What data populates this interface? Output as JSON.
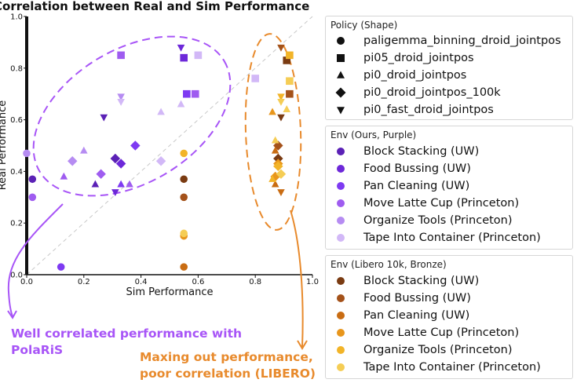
{
  "chart_data": {
    "type": "scatter",
    "title": "Correlation between Real and Sim Performance",
    "xlabel": "Sim Performance",
    "ylabel": "Real Performance",
    "xlim": [
      0.0,
      1.0
    ],
    "ylim": [
      0.0,
      1.0
    ],
    "xticks": [
      "0.0",
      "0.2",
      "0.4",
      "0.6",
      "0.8",
      "1.0"
    ],
    "yticks": [
      "0.0",
      "0.2",
      "0.4",
      "0.6",
      "0.8",
      "1.0"
    ],
    "grid": false,
    "diagonal_reference": true,
    "shape_legend": {
      "title": "Policy (Shape)",
      "entries": [
        {
          "label": "paligemma_binning_droid_jointpos",
          "shape": "circle"
        },
        {
          "label": "pi05_droid_jointpos",
          "shape": "square"
        },
        {
          "label": "pi0_droid_jointpos",
          "shape": "triangle-up"
        },
        {
          "label": "pi0_droid_jointpos_100k",
          "shape": "diamond"
        },
        {
          "label": "pi0_fast_droid_jointpos",
          "shape": "triangle-down"
        }
      ]
    },
    "env_legends": [
      {
        "title": "Env (Ours, Purple)",
        "entries": [
          {
            "label": "Block Stacking (UW)",
            "color": "#5b21b6"
          },
          {
            "label": "Food Bussing (UW)",
            "color": "#6d28d9"
          },
          {
            "label": "Pan Cleaning (UW)",
            "color": "#7e3af2"
          },
          {
            "label": "Move Latte Cup (Princeton)",
            "color": "#9f5cf0"
          },
          {
            "label": "Organize Tools (Princeton)",
            "color": "#b68cf2"
          },
          {
            "label": "Tape Into Container (Princeton)",
            "color": "#d2b8f7"
          }
        ]
      },
      {
        "title": "Env (Libero 10k, Bronze)",
        "entries": [
          {
            "label": "Block Stacking (UW)",
            "color": "#7a3b12"
          },
          {
            "label": "Food Bussing (UW)",
            "color": "#a4521a"
          },
          {
            "label": "Pan Cleaning (UW)",
            "color": "#c96c12"
          },
          {
            "label": "Move Latte Cup (Princeton)",
            "color": "#e8961c"
          },
          {
            "label": "Organize Tools (Princeton)",
            "color": "#f2b428"
          },
          {
            "label": "Tape Into Container (Princeton)",
            "color": "#f5cd55"
          }
        ]
      }
    ],
    "series": [
      {
        "env_group": 0,
        "env": 0,
        "points": [
          {
            "x": 0.02,
            "y": 0.37,
            "shape": "circle"
          },
          {
            "x": 0.27,
            "y": 0.61,
            "shape": "triangle-down"
          },
          {
            "x": 0.31,
            "y": 0.45,
            "shape": "diamond"
          },
          {
            "x": 0.24,
            "y": 0.35,
            "shape": "triangle-up"
          }
        ]
      },
      {
        "env_group": 0,
        "env": 1,
        "points": [
          {
            "x": 0.55,
            "y": 0.84,
            "shape": "square"
          },
          {
            "x": 0.54,
            "y": 0.88,
            "shape": "triangle-down"
          },
          {
            "x": 0.33,
            "y": 0.43,
            "shape": "diamond"
          },
          {
            "x": 0.31,
            "y": 0.32,
            "shape": "triangle-down"
          }
        ]
      },
      {
        "env_group": 0,
        "env": 2,
        "points": [
          {
            "x": 0.12,
            "y": 0.03,
            "shape": "circle"
          },
          {
            "x": 0.56,
            "y": 0.7,
            "shape": "square"
          },
          {
            "x": 0.38,
            "y": 0.5,
            "shape": "diamond"
          },
          {
            "x": 0.33,
            "y": 0.35,
            "shape": "triangle-up"
          }
        ]
      },
      {
        "env_group": 0,
        "env": 3,
        "points": [
          {
            "x": 0.02,
            "y": 0.3,
            "shape": "circle"
          },
          {
            "x": 0.33,
            "y": 0.85,
            "shape": "square"
          },
          {
            "x": 0.59,
            "y": 0.7,
            "shape": "square"
          },
          {
            "x": 0.26,
            "y": 0.39,
            "shape": "diamond"
          },
          {
            "x": 0.36,
            "y": 0.35,
            "shape": "triangle-up"
          },
          {
            "x": 0.13,
            "y": 0.38,
            "shape": "triangle-up"
          }
        ]
      },
      {
        "env_group": 0,
        "env": 4,
        "points": [
          {
            "x": 0.0,
            "y": 0.47,
            "shape": "circle"
          },
          {
            "x": 0.33,
            "y": 0.69,
            "shape": "triangle-down"
          },
          {
            "x": 0.2,
            "y": 0.48,
            "shape": "triangle-up"
          },
          {
            "x": 0.16,
            "y": 0.44,
            "shape": "diamond"
          }
        ]
      },
      {
        "env_group": 0,
        "env": 5,
        "points": [
          {
            "x": 0.6,
            "y": 0.85,
            "shape": "square"
          },
          {
            "x": 0.8,
            "y": 0.76,
            "shape": "square"
          },
          {
            "x": 0.33,
            "y": 0.67,
            "shape": "triangle-down"
          },
          {
            "x": 0.47,
            "y": 0.63,
            "shape": "triangle-up"
          },
          {
            "x": 0.54,
            "y": 0.66,
            "shape": "triangle-up"
          },
          {
            "x": 0.47,
            "y": 0.44,
            "shape": "diamond"
          }
        ]
      },
      {
        "env_group": 1,
        "env": 0,
        "points": [
          {
            "x": 0.55,
            "y": 0.37,
            "shape": "circle"
          },
          {
            "x": 0.91,
            "y": 0.83,
            "shape": "square"
          },
          {
            "x": 0.89,
            "y": 0.61,
            "shape": "triangle-down"
          },
          {
            "x": 0.88,
            "y": 0.45,
            "shape": "diamond"
          }
        ]
      },
      {
        "env_group": 1,
        "env": 1,
        "points": [
          {
            "x": 0.55,
            "y": 0.3,
            "shape": "circle"
          },
          {
            "x": 0.92,
            "y": 0.7,
            "shape": "square"
          },
          {
            "x": 0.88,
            "y": 0.5,
            "shape": "diamond"
          },
          {
            "x": 0.89,
            "y": 0.88,
            "shape": "triangle-down"
          }
        ]
      },
      {
        "env_group": 1,
        "env": 2,
        "points": [
          {
            "x": 0.55,
            "y": 0.03,
            "shape": "circle"
          },
          {
            "x": 0.87,
            "y": 0.35,
            "shape": "triangle-up"
          },
          {
            "x": 0.89,
            "y": 0.32,
            "shape": "triangle-down"
          },
          {
            "x": 0.87,
            "y": 0.48,
            "shape": "triangle-up"
          }
        ]
      },
      {
        "env_group": 1,
        "env": 3,
        "points": [
          {
            "x": 0.55,
            "y": 0.15,
            "shape": "circle"
          },
          {
            "x": 0.87,
            "y": 0.38,
            "shape": "diamond"
          },
          {
            "x": 0.86,
            "y": 0.63,
            "shape": "triangle-up"
          },
          {
            "x": 0.88,
            "y": 0.43,
            "shape": "diamond"
          }
        ]
      },
      {
        "env_group": 1,
        "env": 4,
        "points": [
          {
            "x": 0.55,
            "y": 0.47,
            "shape": "circle"
          },
          {
            "x": 0.92,
            "y": 0.85,
            "shape": "square"
          },
          {
            "x": 0.89,
            "y": 0.69,
            "shape": "triangle-down"
          },
          {
            "x": 0.88,
            "y": 0.42,
            "shape": "diamond"
          },
          {
            "x": 0.86,
            "y": 0.37,
            "shape": "triangle-up"
          }
        ]
      },
      {
        "env_group": 1,
        "env": 5,
        "points": [
          {
            "x": 0.55,
            "y": 0.16,
            "shape": "circle"
          },
          {
            "x": 0.92,
            "y": 0.75,
            "shape": "square"
          },
          {
            "x": 0.89,
            "y": 0.67,
            "shape": "triangle-down"
          },
          {
            "x": 0.91,
            "y": 0.64,
            "shape": "triangle-up"
          },
          {
            "x": 0.87,
            "y": 0.52,
            "shape": "triangle-up"
          },
          {
            "x": 0.89,
            "y": 0.39,
            "shape": "diamond"
          }
        ]
      }
    ],
    "annotations": [
      {
        "text": "Well correlated performance with\nPolaRiS",
        "color": "#a855f7"
      },
      {
        "text": "Maxing out performance,\npoor correlation (LIBERO)",
        "color": "#e88a2c"
      }
    ]
  }
}
